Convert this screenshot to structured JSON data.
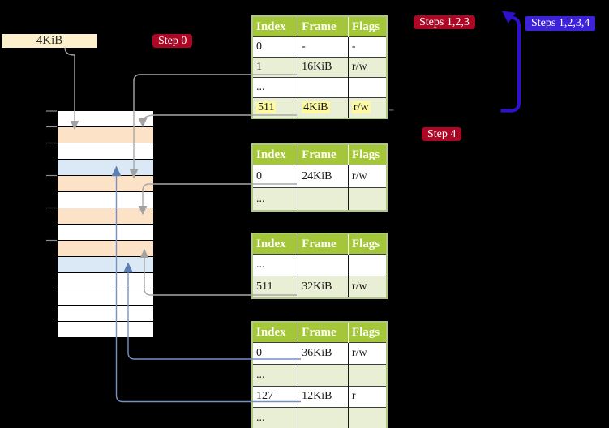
{
  "frame_label": "4KiB",
  "badges": {
    "step0": "Step 0",
    "steps123": "Steps 1,2,3",
    "steps1234": "Steps 1,2,3,4",
    "step4": "Step 4"
  },
  "table_headers": [
    "Index",
    "Frame",
    "Flags"
  ],
  "tables": [
    {
      "rows": [
        {
          "cells": [
            "0",
            "-",
            "-"
          ],
          "highlight": false
        },
        {
          "cells": [
            "1",
            "16KiB",
            "r/w"
          ],
          "highlight": false
        },
        {
          "cells": [
            "...",
            "",
            ""
          ],
          "highlight": false
        },
        {
          "cells": [
            "511",
            "4KiB",
            "r/w"
          ],
          "highlight": true
        }
      ]
    },
    {
      "rows": [
        {
          "cells": [
            "0",
            "24KiB",
            "r/w"
          ],
          "highlight": false
        },
        {
          "cells": [
            "...",
            "",
            ""
          ],
          "highlight": false
        }
      ]
    },
    {
      "rows": [
        {
          "cells": [
            "...",
            "",
            ""
          ],
          "highlight": false
        },
        {
          "cells": [
            "511",
            "32KiB",
            "r/w"
          ],
          "highlight": false
        }
      ]
    },
    {
      "rows": [
        {
          "cells": [
            "0",
            "36KiB",
            "r/w"
          ],
          "highlight": false
        },
        {
          "cells": [
            "...",
            "",
            ""
          ],
          "highlight": false
        },
        {
          "cells": [
            "127",
            "12KiB",
            "r"
          ],
          "highlight": false
        },
        {
          "cells": [
            "...",
            "",
            ""
          ],
          "highlight": false
        }
      ]
    }
  ],
  "memory": {
    "rows": [
      "free",
      "table",
      "free",
      "page",
      "table",
      "free",
      "table",
      "free",
      "table",
      "page",
      "free",
      "free",
      "free",
      "free"
    ]
  },
  "colors": {
    "header_green": "#a4c639",
    "row_green": "#e9efd5",
    "table_border_olive": "#b1c788",
    "frame_orange": "#fce3c8",
    "frame_blue": "#dbe8f6",
    "label_cream": "#fcf0cd",
    "badge_red": "#ad0726",
    "badge_indigo": "#3c22d8",
    "arrow_gray": "#a8a8a8",
    "arrow_steelblue": "#7492c4",
    "recursive_arrow_indigo": "#2c13cb",
    "highlight_yellow": "#fdf8a2"
  }
}
